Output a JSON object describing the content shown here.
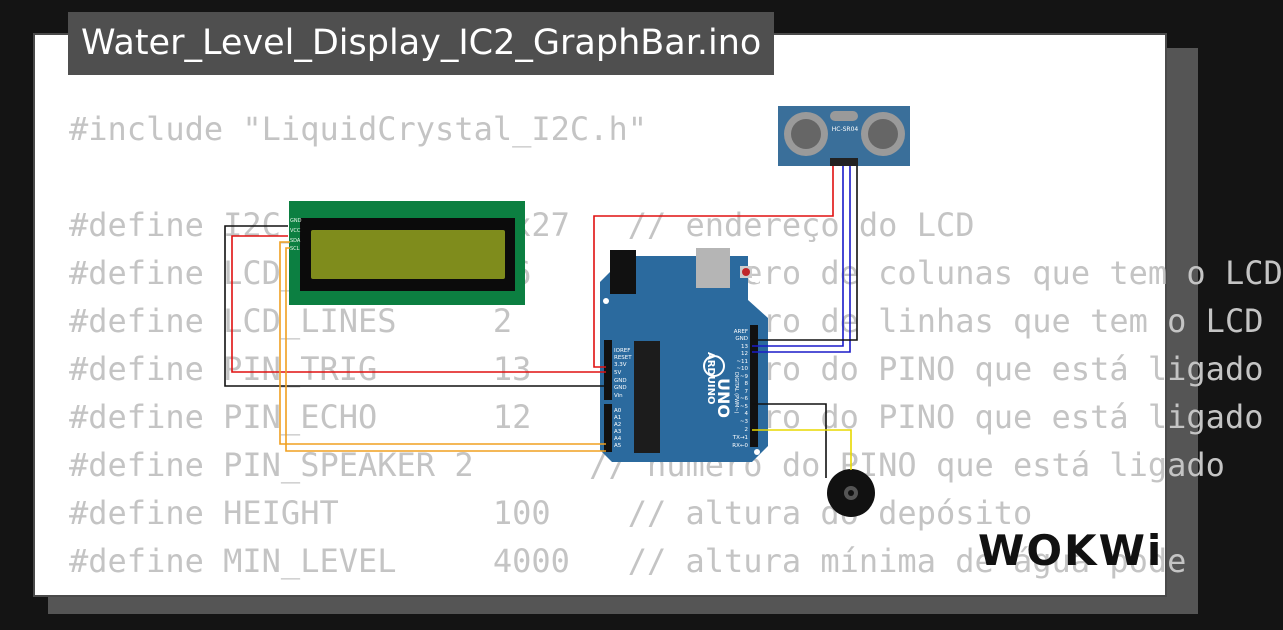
{
  "title": "Water_Level_Display_IC2_GraphBar.ino",
  "code_lines": [
    "#include \"LiquidCrystal_I2C.h\"",
    "",
    "#define I2C_ADDR      0x27   // endereço do LCD",
    "#define LCD_COLUMNS   16     // número de colunas que tem o LCD",
    "#define LCD_LINES     2      // número de linhas que tem o LCD",
    "#define PIN_TRIG      13     // número do PINO que está ligado",
    "#define PIN_ECHO      12     // número do PINO que está ligado",
    "#define PIN_SPEAKER 2      // número do PINO que está ligado",
    "#define HEIGHT        100    // altura do depósito",
    "#define MIN_LEVEL     4000   // altura mínima de água pode"
  ],
  "logo": "WOKWi",
  "sensor_label": "HC-SR04",
  "board_labels": {
    "name": "UNO",
    "brand": "ARDUINO",
    "digital": "DIGITAL (PWM~)"
  },
  "board_pins_power": [
    "IOREF",
    "RESET",
    "3.3V",
    "5V",
    "GND",
    "GND",
    "Vin"
  ],
  "board_pins_analog": [
    "A0",
    "A1",
    "A2",
    "A3",
    "A4",
    "A5"
  ],
  "board_pins_digital": [
    "AREF",
    "GND",
    "13",
    "12",
    "~11",
    "~10",
    "~9",
    "8",
    "7",
    "~6",
    "~5",
    "4",
    "~3",
    "2",
    "TX→1",
    "RX←0"
  ],
  "lcd_pins": [
    "GND",
    "VCC",
    "SDA",
    "SCL"
  ],
  "colors": {
    "red": "#e01010",
    "black": "#111111",
    "blue": "#1a1ac8",
    "yellow": "#e8d800",
    "orange": "#f0a020",
    "board": "#2b6a9e",
    "lcd_pcb": "#0c7f41",
    "lcd_screen": "#7f8c1c"
  }
}
